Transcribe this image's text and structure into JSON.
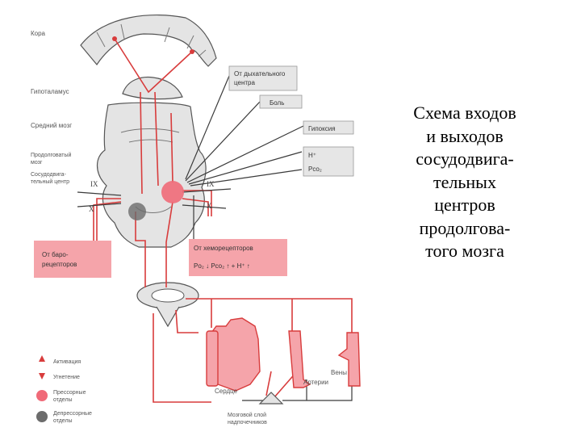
{
  "labels": {
    "cortex": "Кора",
    "hypothalamus": "Гипоталамус",
    "midbrain": "Средний мозг",
    "medulla_l1": "Продолговатый",
    "medulla_l2": "мозг",
    "vaso_l1": "Сосудодвига-",
    "vaso_l2": "тельный центр",
    "nerve_ix_left": "IX",
    "nerve_x_left": "X",
    "nerve_ix_right": "IX",
    "nerve_x_right": "X",
    "heart": "Сердце",
    "arteries": "Артерии",
    "veins": "Вены",
    "adrenal_l1": "Мозговой слой",
    "adrenal_l2": "надпочечников"
  },
  "boxes": {
    "resp_center_l1": "От дыхательного",
    "resp_center_l2": "центра",
    "pain": "Боль",
    "hypoxia": "Гипоксия",
    "h_ion": "H⁺",
    "pco2": "Pco₂",
    "baroreceptors_l1": "От баро-",
    "baroreceptors_l2": "рецепторов",
    "chemoreceptors": "От хеморецепторов",
    "chemo_values": "Po₂ ↓ Pco₂ ↑ + H⁺ ↑"
  },
  "legend": {
    "activation": "Активация",
    "inhibition": "Угнетение",
    "pressor_l1": "Прессорные",
    "pressor_l2": "отделы",
    "depressor_l1": "Депрессорные",
    "depressor_l2": "отделы"
  },
  "caption": {
    "line1": "Схема входов",
    "line2": "и выходов",
    "line3": "сосудодвига-",
    "line4": "тельных",
    "line5": "центров",
    "line6": "продолгова-",
    "line7": "того мозга"
  },
  "colors": {
    "pathway": "#d83c3c",
    "pressor": "#f06a78",
    "depressor": "#6c6c6c",
    "box_fill": "#f5a4aa",
    "tissue": "#e4e4e4"
  }
}
